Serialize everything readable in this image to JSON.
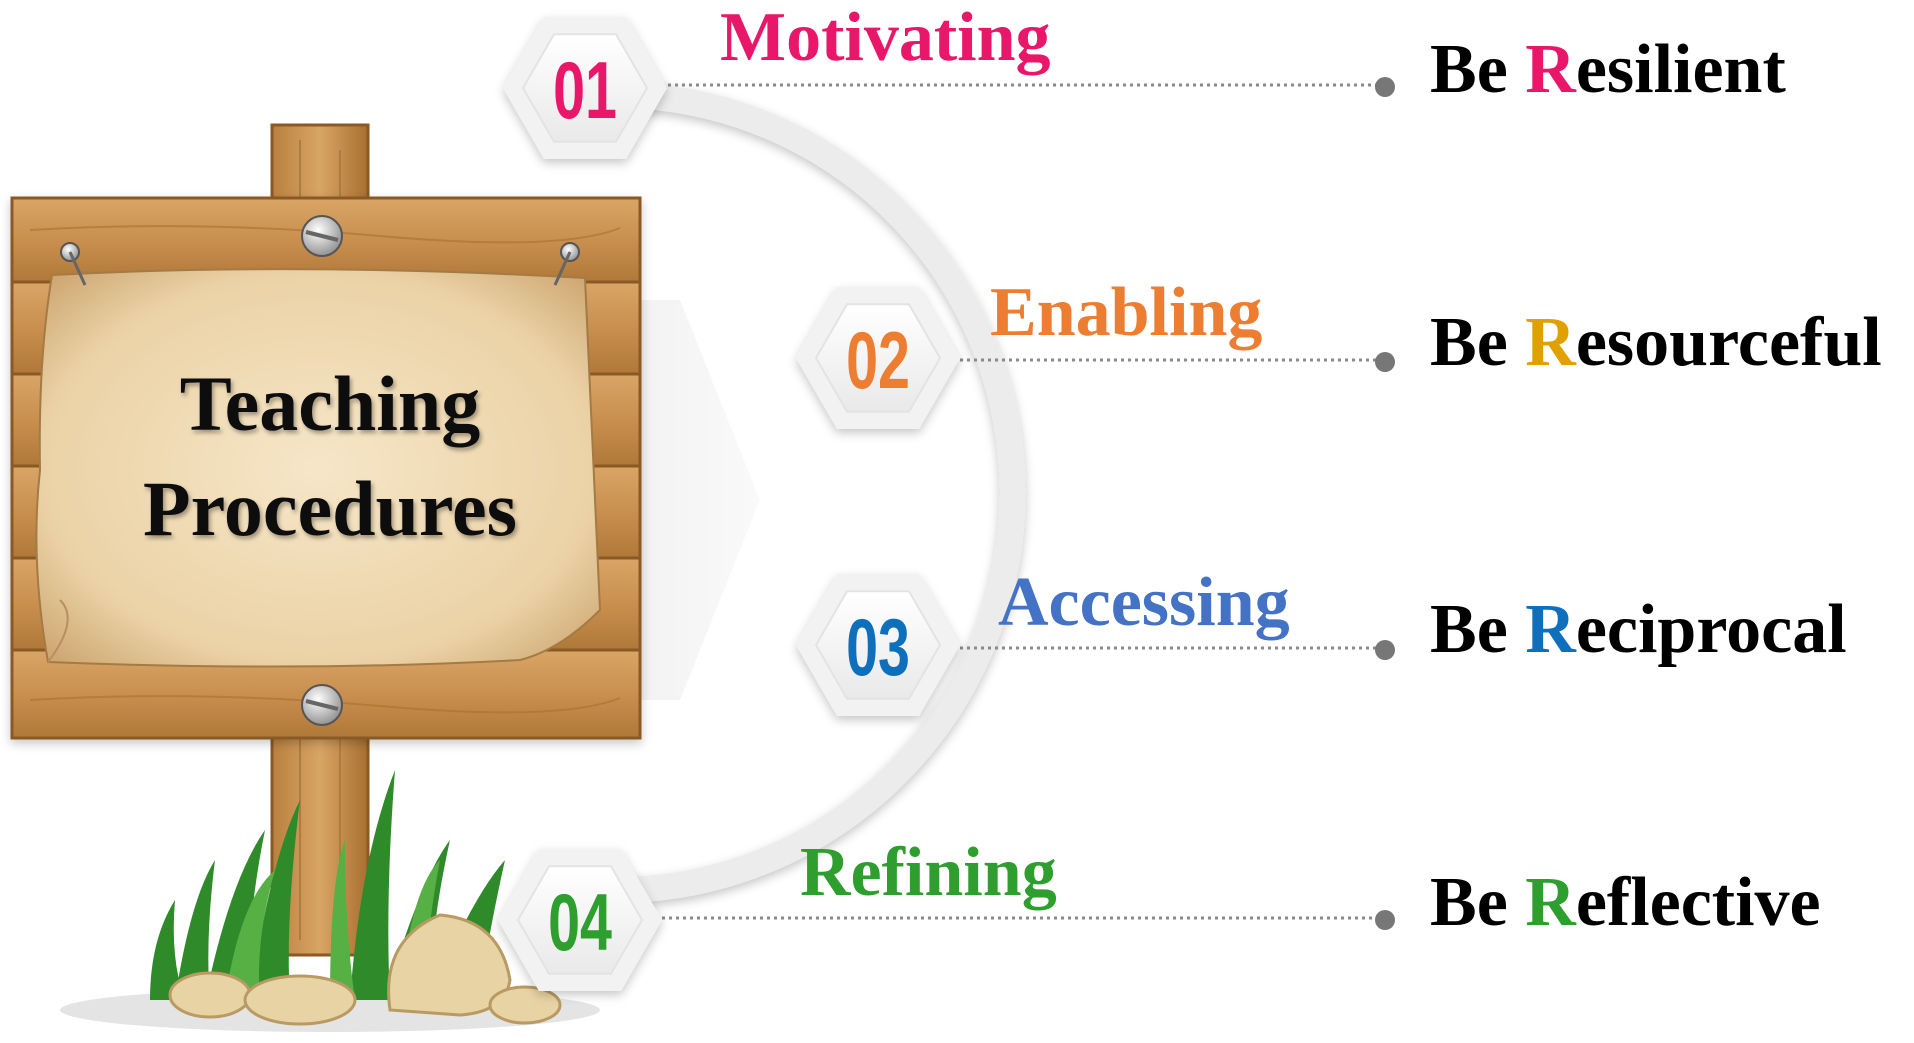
{
  "sign": {
    "title_line1": "Teaching",
    "title_line2": "Procedures"
  },
  "steps": [
    {
      "number": "01",
      "label": "Motivating",
      "be_prefix": "Be ",
      "be_initial": "R",
      "be_rest": "esilient",
      "color": "#e8176a"
    },
    {
      "number": "02",
      "label": "Enabling",
      "be_prefix": "Be ",
      "be_initial": "R",
      "be_rest": "esourceful",
      "label_color": "#ed7d31",
      "initial_color": "#e0a000",
      "color": "#ed7d31"
    },
    {
      "number": "03",
      "label": "Accessing",
      "be_prefix": "Be ",
      "be_initial": "R",
      "be_rest": "eciprocal",
      "label_color": "#4472c4",
      "initial_color": "#0e6fbd",
      "color": "#0e6fbd"
    },
    {
      "number": "04",
      "label": "Refining",
      "be_prefix": "Be ",
      "be_initial": "R",
      "be_rest": "eflective",
      "color": "#2e9e2e"
    }
  ]
}
